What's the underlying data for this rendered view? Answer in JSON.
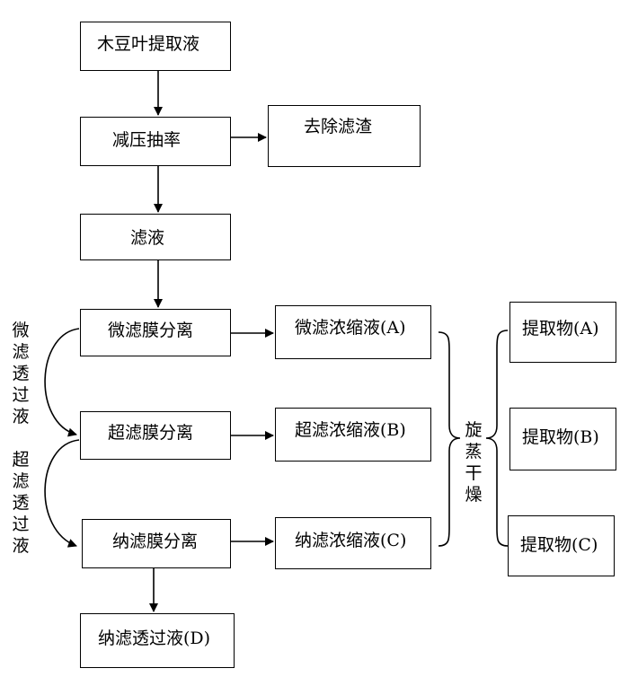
{
  "nodes": {
    "extract": "木豆叶提取液",
    "vacuum_filter": "减压抽率",
    "remove_residue": "去除滤渣",
    "filtrate": "滤液",
    "micro_sep": "微滤膜分离",
    "ultra_sep": "超滤膜分离",
    "nano_sep": "纳滤膜分离",
    "micro_conc": "微滤浓缩液(A)",
    "ultra_conc": "超滤浓缩液(B)",
    "nano_conc": "纳滤浓缩液(C)",
    "nano_permeate": "纳滤透过液(D)",
    "product_a": "提取物(A)",
    "product_b": "提取物(B)",
    "product_c": "提取物(C)"
  },
  "labels": {
    "micro_permeate": [
      "微",
      "滤",
      "透",
      "过",
      "液"
    ],
    "ultra_permeate": [
      "超",
      "滤",
      "透",
      "过",
      "液"
    ],
    "rotary_dry": [
      "旋",
      "蒸",
      "干",
      "燥"
    ]
  }
}
